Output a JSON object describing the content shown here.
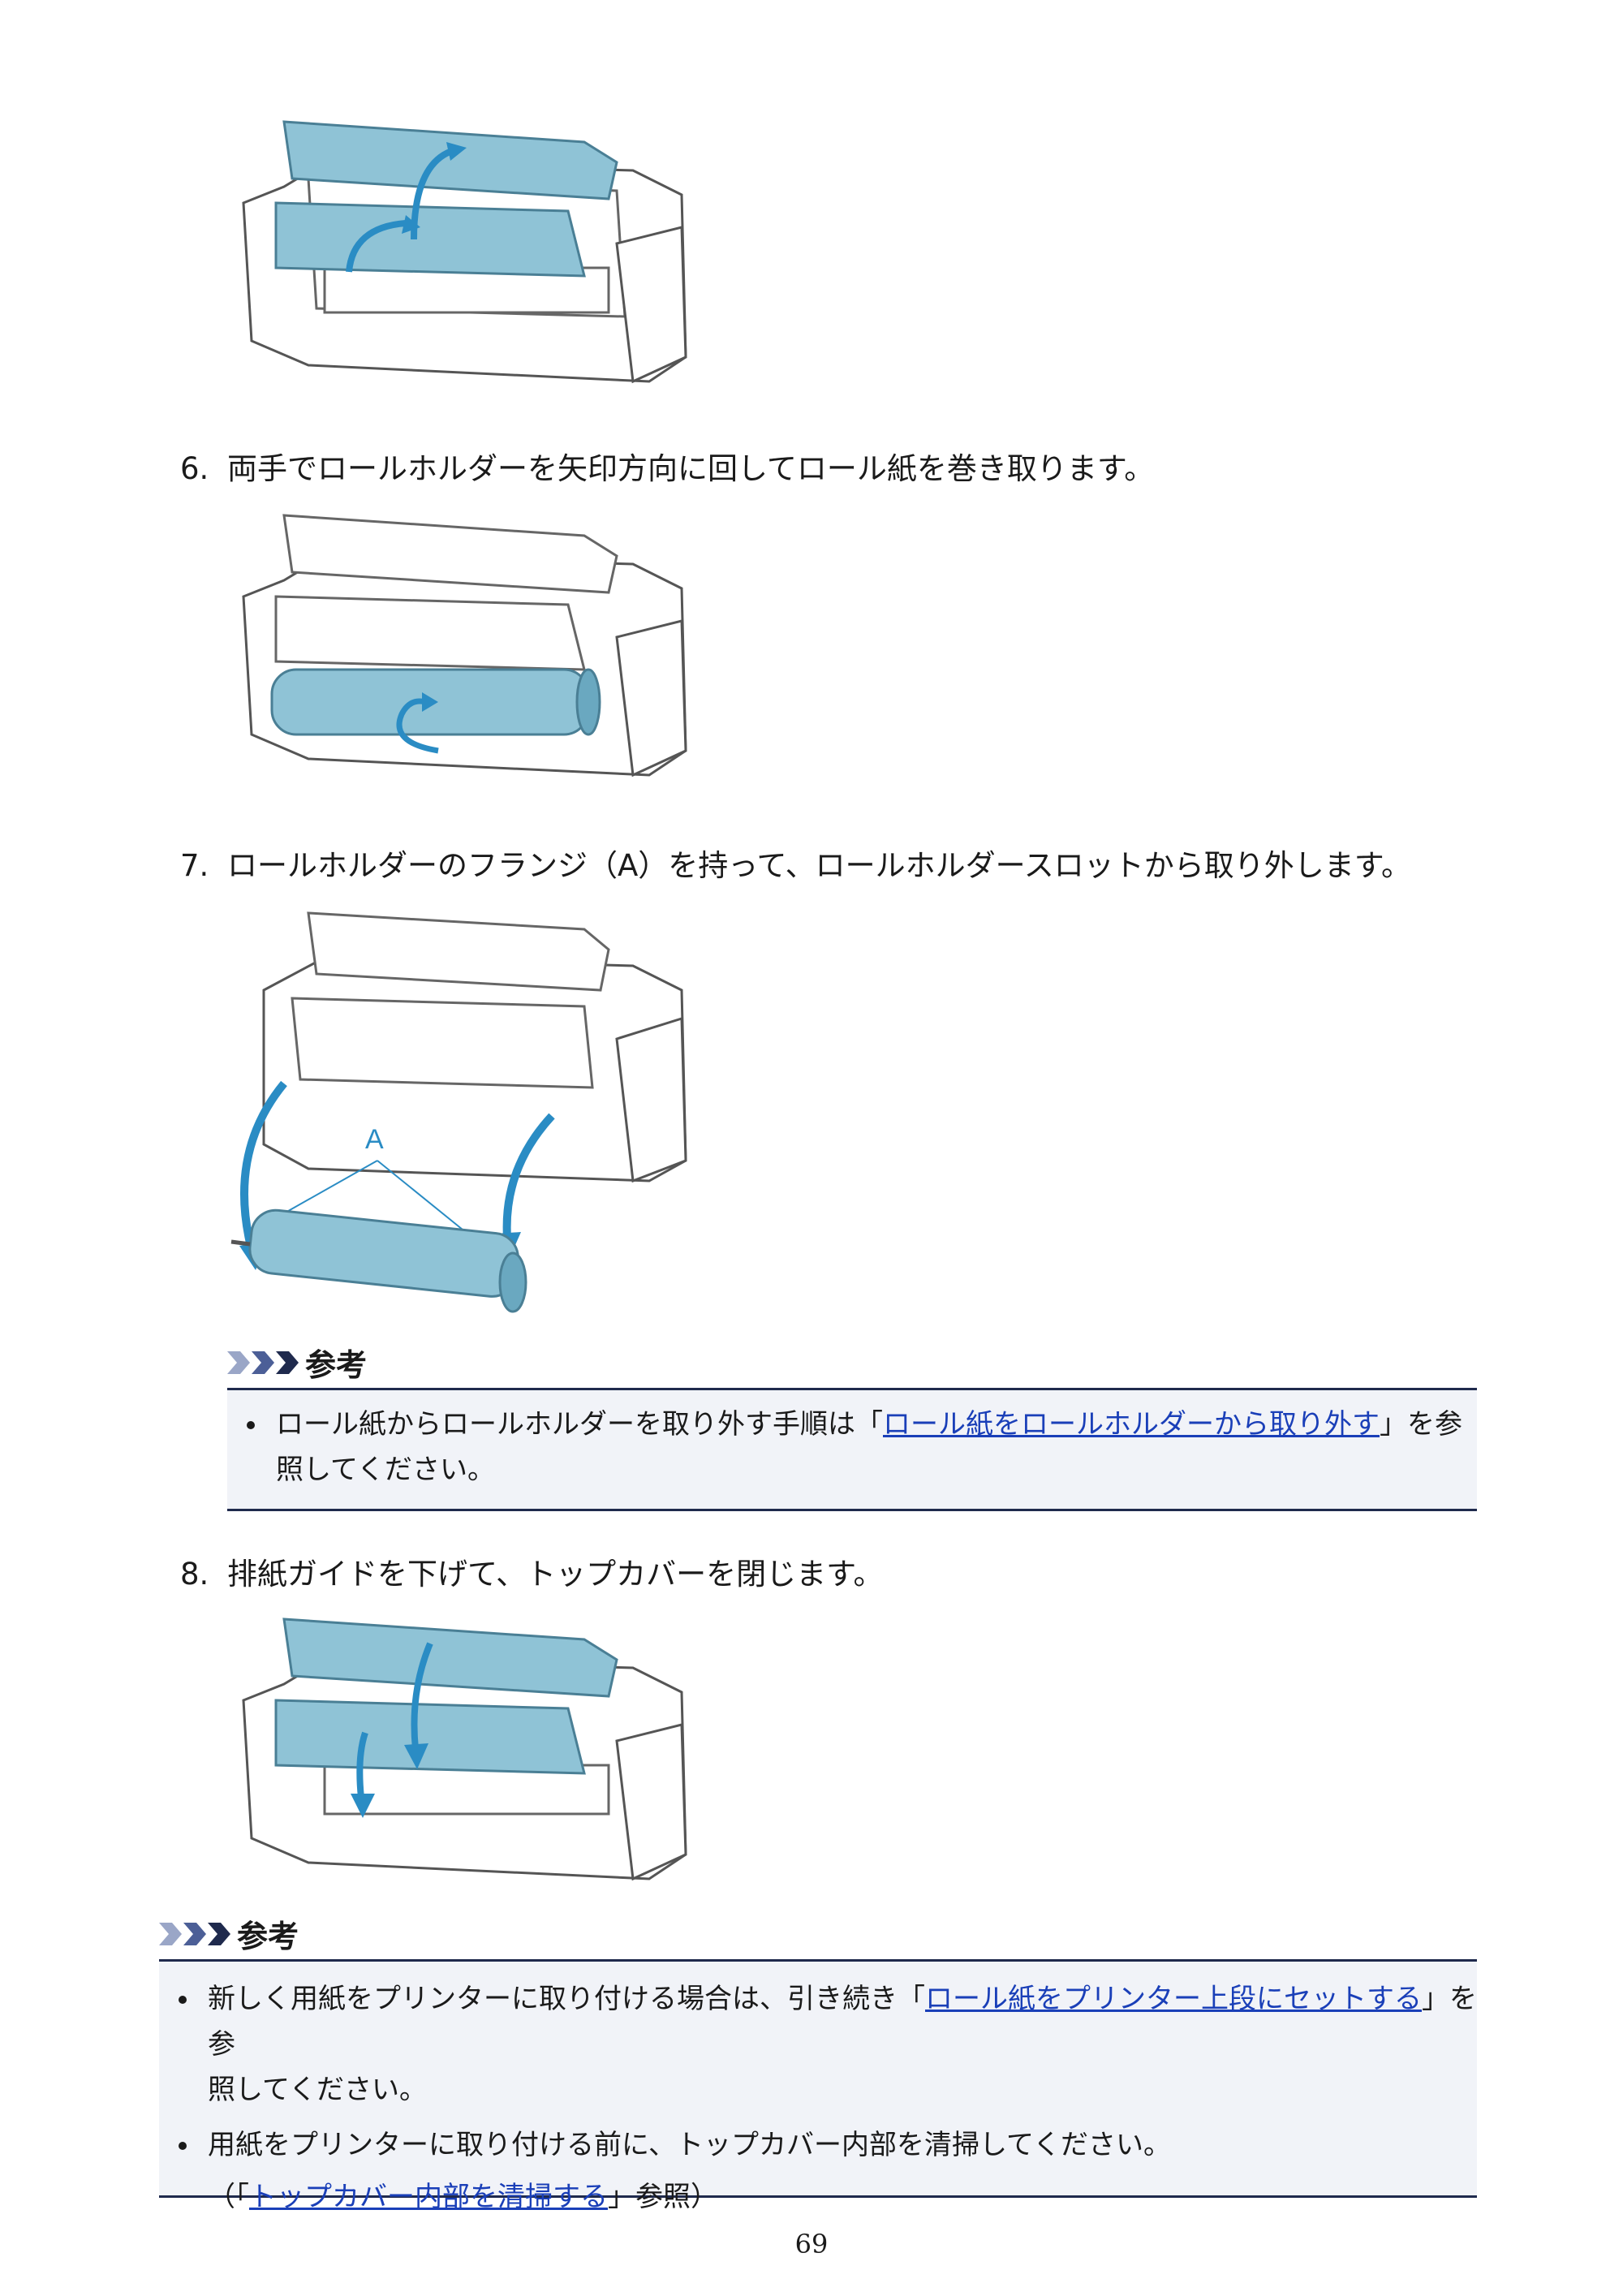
{
  "steps": [
    {
      "num": "6.",
      "text": "両手でロールホルダーを矢印方向に回してロール紙を巻き取ります。"
    },
    {
      "num": "7.",
      "text": "ロールホルダーのフランジ（A）を持って、ロールホルダースロットから取り外します。"
    },
    {
      "num": "8.",
      "text": "排紙ガイドを下げて、トップカバーを閉じます。"
    }
  ],
  "figure3": {
    "label_a": "A"
  },
  "note1": {
    "title": "参考",
    "item1_pre": "ロール紙からロールホルダーを取り外す手順は「",
    "item1_link": "ロール紙をロールホルダーから取り外す",
    "item1_post_1": "」を参",
    "item1_post_2": "照してください。"
  },
  "note2": {
    "title": "参考",
    "item1_pre": "新しく用紙をプリンターに取り付ける場合は、引き続き「",
    "item1_link": "ロール紙をプリンター上段にセットする",
    "item1_post_1": "」を参",
    "item1_post_2": "照してください。",
    "item2_text": "用紙をプリンターに取り付ける前に、トップカバー内部を清掃してください。",
    "item2_sub_pre": "（「",
    "item2_sub_link": "トップカバー内部を清掃する",
    "item2_sub_post": "」参照）"
  },
  "page_number": "69",
  "colors": {
    "accent_blue": "#8fc3d6",
    "arrow_blue": "#2a8cc4",
    "link": "#1a3fb8",
    "note_bg": "#f1f3f8",
    "rule": "#1f2a4d"
  }
}
